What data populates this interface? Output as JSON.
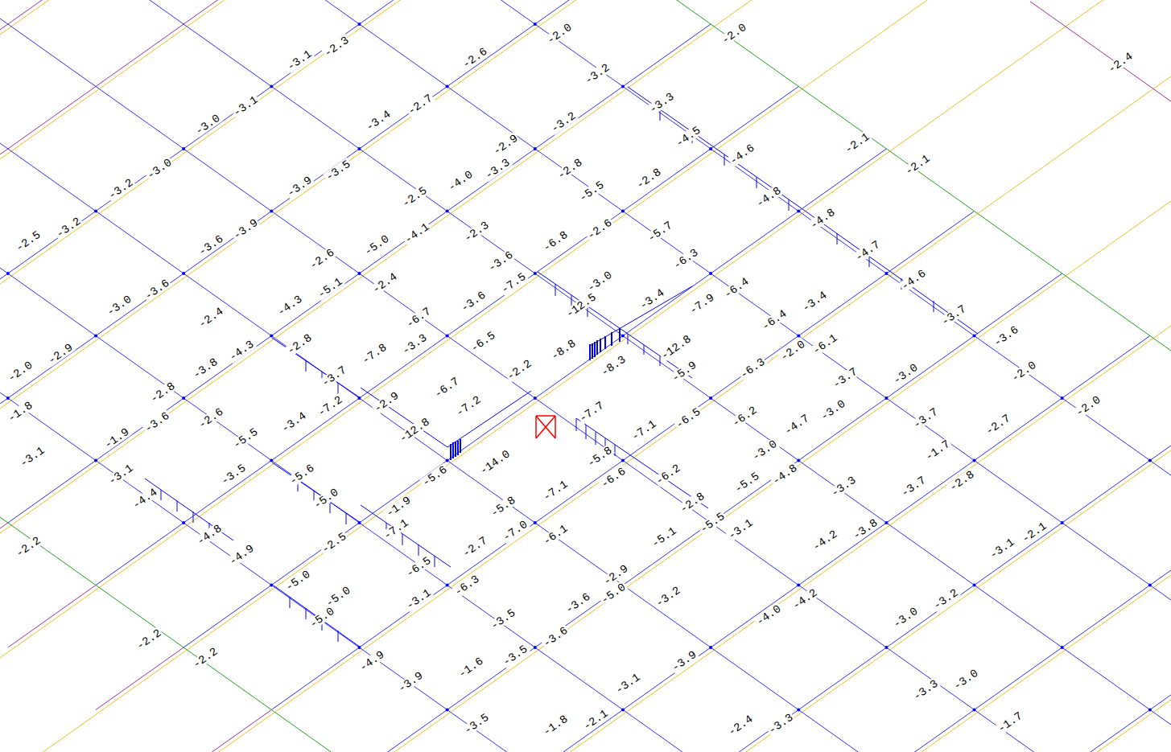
{
  "diagram": {
    "labels": [
      "-3.1",
      "-2.3",
      "-2.6",
      "-2.0",
      "-3.2",
      "-3.3",
      "-4.5",
      "-2.0",
      "-2.4",
      "-3.0",
      "-3.1",
      "-3.4",
      "-2.7",
      "-2.9",
      "-3.2",
      "-2.8",
      "-4.6",
      "-2.1",
      "-2.1",
      "-3.2",
      "-3.0",
      "-3.9",
      "-3.5",
      "-2.5",
      "-4.0",
      "-3.3",
      "-5.5",
      "-2.8",
      "-4.8",
      "-4.8",
      "-2.5",
      "-3.2",
      "-3.6",
      "-3.9",
      "-5.0",
      "-4.1",
      "-2.3",
      "-6.8",
      "-2.6",
      "-5.7",
      "-6.3",
      "-4.7",
      "-4.6",
      "-2.6",
      "-2.4",
      "-3.6",
      "-3.0",
      "-6.4",
      "-3.7",
      "-3.6",
      "-3.0",
      "-3.6",
      "-4.3",
      "-5.1",
      "-6.7",
      "-3.6",
      "-7.5",
      "-12.5",
      "-3.4",
      "-7.9",
      "-6.4",
      "-3.4",
      "-6.1",
      "-2.4",
      "-2.8",
      "-6.5",
      "-8.8",
      "-12.8",
      "-3.0",
      "-3.7",
      "-2.0",
      "-2.0",
      "-2.0",
      "-2.9",
      "-3.8",
      "-4.3",
      "-7.8",
      "-3.3",
      "-2.2",
      "-8.3",
      "-5.9",
      "-6.3",
      "-2.0",
      "-3.7",
      "-2.8",
      "-1.8",
      "-2.6",
      "-3.4",
      "-7.2",
      "-2.9",
      "-6.7",
      "-7.2",
      "-7.7",
      "-7.1",
      "-6.5",
      "-6.2",
      "-4.7",
      "-3.0",
      "-3.7",
      "-1.7",
      "-2.7",
      "-3.1",
      "-1.9",
      "-3.6",
      "-5.5",
      "-12.8",
      "-3.1",
      "-3.5",
      "-5.6",
      "-5.6",
      "-14.0",
      "-5.8",
      "-6.6",
      "-6.2",
      "-3.0",
      "-5.5",
      "-4.8",
      "-3.3",
      "-2.8",
      "-3.7",
      "-4.4",
      "-5.0",
      "-1.9",
      "-7.1",
      "-5.8",
      "-7.1",
      "-2.8",
      "-5.5",
      "-3.1",
      "-2.2",
      "-4.8",
      "-4.9",
      "-2.5",
      "-6.5",
      "-2.7",
      "-7.0",
      "-6.1",
      "-5.1",
      "-4.2",
      "-3.8",
      "-3.1",
      "-2.1",
      "-5.0",
      "-5.0",
      "-5.0",
      "-3.1",
      "-6.3",
      "-2.9",
      "-3.2",
      "-3.6",
      "-5.0",
      "-4.0",
      "-4.2",
      "-3.0",
      "-3.2",
      "-3.5",
      "-3.6",
      "-4.9",
      "-2.2",
      "-2.2",
      "-3.9",
      "-1.6",
      "-3.5",
      "-3.1",
      "-3.9",
      "-3.3",
      "-3.0",
      "-3.5",
      "-1.8",
      "-2.1",
      "-2.4",
      "-3.3",
      "-1.7"
    ]
  }
}
